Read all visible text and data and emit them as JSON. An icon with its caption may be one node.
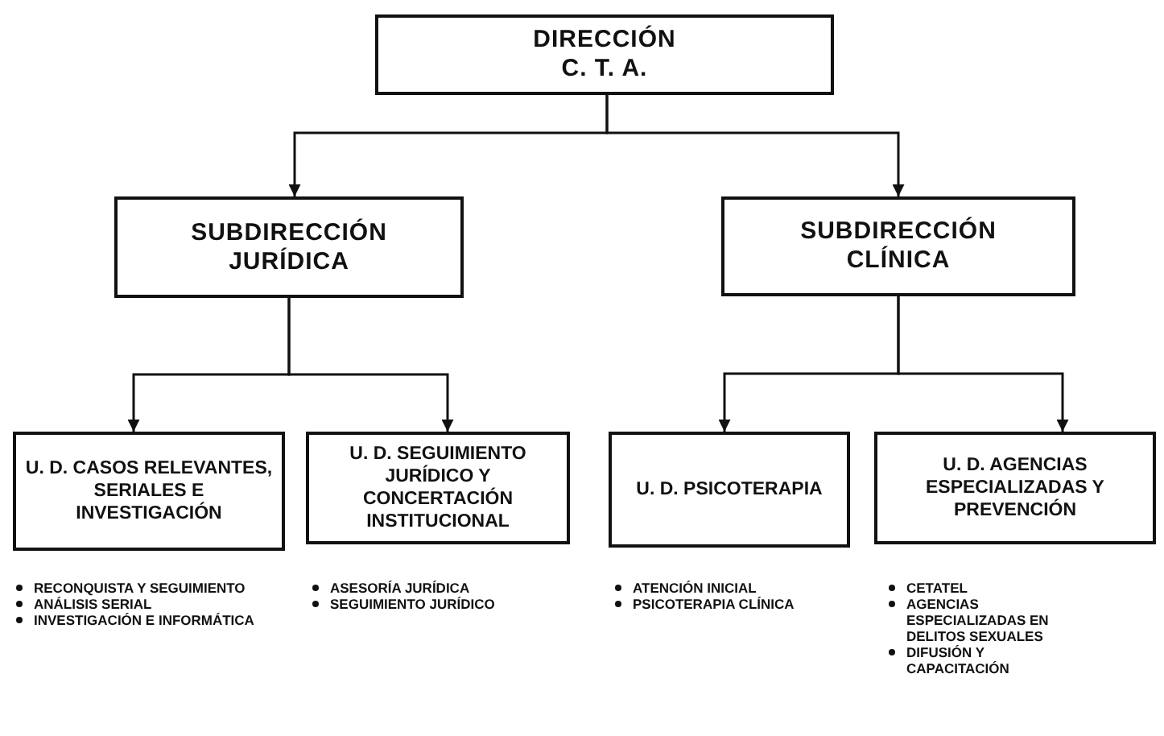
{
  "diagram": {
    "nodes": [
      {
        "text": [
          "DIRECCIÓN C. T. A."
        ]
      },
      {
        "text": [
          "SUBDIRECCIÓN JURÍDICA"
        ]
      },
      {
        "text": [
          "SUBDIRECCIÓN CLÍNICA"
        ]
      },
      {
        "text": [
          "U. D. CASOS RELEVANTES, SERIALES E INVESTIGACIÓN"
        ],
        "beside": [
          "RECONQUISTA Y SEGUIMIENTO",
          "ANÁLISIS SERIAL",
          "INVESTIGACIÓN E INFORMÁTICA"
        ]
      },
      {
        "text": [
          "U. D. SEGUIMIENTO JURÍDICO Y CONCERTACIÓN INSTITUCIONAL"
        ],
        "beside": [
          "ASESORÍA JURÍDICA",
          "SEGUIMIENTO JURÍDICO"
        ]
      },
      {
        "text": [
          "U. D. PSICOTERAPIA"
        ],
        "beside": [
          "ATENCIÓN INICIAL",
          "PSICOTERAPIA CLÍNICA"
        ]
      },
      {
        "text": [
          "U. D. AGENCIAS ESPECIALIZADAS Y PREVENCIÓN"
        ],
        "beside": [
          "CETATEL",
          "AGENCIAS ESPECIALIZADAS EN DELITOS SEXUALES",
          "DIFUSIÓN Y CAPACITACIÓN"
        ]
      }
    ],
    "edges": [
      {
        "from": 0,
        "to": 1,
        "arrow": "to"
      },
      {
        "from": 0,
        "to": 2,
        "arrow": "to"
      },
      {
        "from": 1,
        "to": 3,
        "arrow": "to"
      },
      {
        "from": 1,
        "to": 4,
        "arrow": "to"
      },
      {
        "from": 2,
        "to": 5,
        "arrow": "to"
      },
      {
        "from": 2,
        "to": 6,
        "arrow": "to"
      }
    ]
  }
}
